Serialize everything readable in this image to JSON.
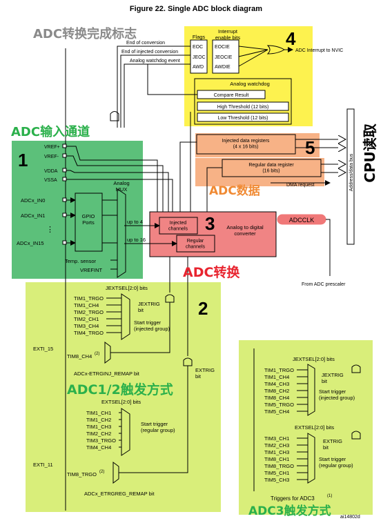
{
  "figure": {
    "title": "Figure 22. Single ADC block diagram",
    "ref_id": "ai14802d"
  },
  "annotations": {
    "adc_complete_flag": "ADC转换完成标志",
    "adc_input_channel": "ADC输入通道",
    "adc_data": "ADC数据",
    "adc_convert": "ADC转换",
    "adc12_trigger": "ADC1/2触发方式",
    "adc3_trigger": "ADC3触发方式",
    "cpu_read": "CPU读取",
    "num1": "1",
    "num2": "2",
    "num3": "3",
    "num4": "4",
    "num5": "5"
  },
  "colors": {
    "yellow": "#fdf24f",
    "green": "#5cc07a",
    "lightgreen": "#d9ee7a",
    "orange": "#f7b286",
    "red": "#f08484",
    "pink": "#f07878",
    "annot_green": "#2bb04b",
    "annot_orange": "#f08a34",
    "annot_red": "#e8242f",
    "annot_gray": "#8a8a8a"
  },
  "flags_block": {
    "flags_label": "Flags",
    "interrupt_label": "Interrupt\nenable bits",
    "flags": [
      "EOC",
      "JEOC",
      "AWD"
    ],
    "enables": [
      "EOCIE",
      "JEOCIE",
      "AWDIE"
    ],
    "signals": [
      "End of conversion",
      "End of injected conversion",
      "Analog watchdog event"
    ],
    "output": "ADC Interrupt to NVIC"
  },
  "watchdog": {
    "title": "Analog      watchdog",
    "compare": "Compare Result",
    "high": "High Threshold (12 bits)",
    "low": "Low Threshold (12 bits)"
  },
  "data_registers": {
    "injected": "Injected data registers\n(4 x 16 bits)",
    "regular": "Regular data register\n(16 bits)",
    "dma": "DMA request",
    "bus": "Address/data bus"
  },
  "adc_core": {
    "injected": "Injected\nchannels",
    "regular": "Regular\nchannels",
    "converter": "Analog to digital\nconverter",
    "up4": "up to 4",
    "up16": "up to 16",
    "adcclk": "ADCCLK",
    "prescaler": "From ADC prescaler"
  },
  "inputs": {
    "vrefp": "VREF+",
    "vrefm": "VREF-",
    "vdda": "VDDA",
    "vssa": "VSSA",
    "in0": "ADCx_IN0",
    "in1": "ADCx_IN1",
    "dots": "⋮",
    "in15": "ADCx_IN15",
    "gpio": "GPIO\nPorts",
    "mux": "Analog\nMUX",
    "temp": "Temp. sensor",
    "vrefint": "VREFINT"
  },
  "adc12_injected": {
    "sel": "JEXTSEL[2:0] bits",
    "items": [
      "TIM1_TRGO",
      "TIM1_CH4",
      "TIM2_TRGO",
      "TIM2_CH1",
      "TIM3_CH4",
      "TIM4_TRGO"
    ],
    "exti": "EXTI_15",
    "tim8": "TIM8_CH4",
    "sup": "(2)",
    "remap": "ADCx-ETRGINJ_REMAP bit",
    "jextrig": "JEXTRIG\nbit",
    "start": "Start trigger\n(injected group)"
  },
  "adc12_regular": {
    "sel": "EXTSEL[2:0] bits",
    "items": [
      "TIM1_CH1",
      "TIM1_CH2",
      "TIM1_CH3",
      "TIM2_CH2",
      "TIM3_TRGO",
      "TIM4_CH4"
    ],
    "exti": "EXTI_11",
    "tim8": "TIM8_TRGO",
    "sup": "(2)",
    "remap": "ADCx_ETRGREG_REMAP bit",
    "extrig": "EXTRIG\nbit",
    "start": "Start trigger\n(regular group)"
  },
  "adc3": {
    "jsel": "JEXTSEL[2:0] bits",
    "jitems": [
      "TIM1_TRGO",
      "TIM1_CH4",
      "TIM4_CH3",
      "TIM8_CH2",
      "TIM8_CH4",
      "TIM5_TRGO",
      "TIM5_CH4"
    ],
    "jextrig": "JEXTRIG\nbit",
    "jstart": "Start trigger\n(injected group)",
    "sel": "EXTSEL[2:0] bits",
    "items": [
      "TIM3_CH1",
      "TIM2_CH3",
      "TIM1_CH3",
      "TIM8_CH1",
      "TIM8_TRGO",
      "TIM5_CH1",
      "TIM5_CH3"
    ],
    "extrig": "EXTRIG\nbit",
    "start": "Start trigger\n(regular group)",
    "caption": "Triggers for ADC3",
    "caption_sup": "(1)"
  }
}
